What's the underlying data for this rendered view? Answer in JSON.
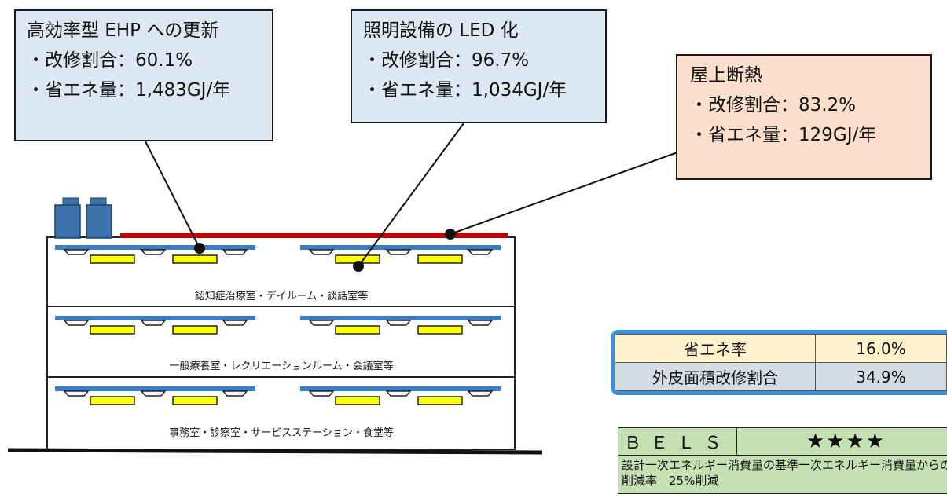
{
  "callouts": {
    "ehp": {
      "title": "高効率型 EHP への更新",
      "ratio": "・改修割合：60.1%",
      "saving": "・省エネ量：1,483GJ/年"
    },
    "led": {
      "title": "照明設備の LED 化",
      "ratio": "・改修割合：96.7%",
      "saving": "・省エネ量：1,034GJ/年"
    },
    "roof": {
      "title": "屋上断熱",
      "ratio": "・改修割合：83.2%",
      "saving": "・省エネ量：129GJ/年"
    }
  },
  "floors": [
    {
      "label": "認知症治療室・デイルーム・談話室等"
    },
    {
      "label": "一般療養室・レクリエーションルーム・会議室等"
    },
    {
      "label": "事務室・診察室・サービスステーション・食堂等"
    }
  ],
  "metrics": {
    "rows": [
      {
        "label": "省エネ率",
        "value": "16.0%"
      },
      {
        "label": "外皮面積改修割合",
        "value": "34.9%"
      }
    ]
  },
  "bels": {
    "label": "ＢＥＬＳ",
    "stars": "★★★★",
    "description": "設計一次エネルギー消費量の基準一次エネルギー消費量からの削減率　25%削減"
  },
  "colors": {
    "roof_insulation": "#c00000",
    "light_bar": "#3d7cc2",
    "led_fixture": "#ffff00",
    "callout_blue": "#dce8f4",
    "callout_orange": "#fbdfcc",
    "ehp_unit": "#3d72ad"
  }
}
